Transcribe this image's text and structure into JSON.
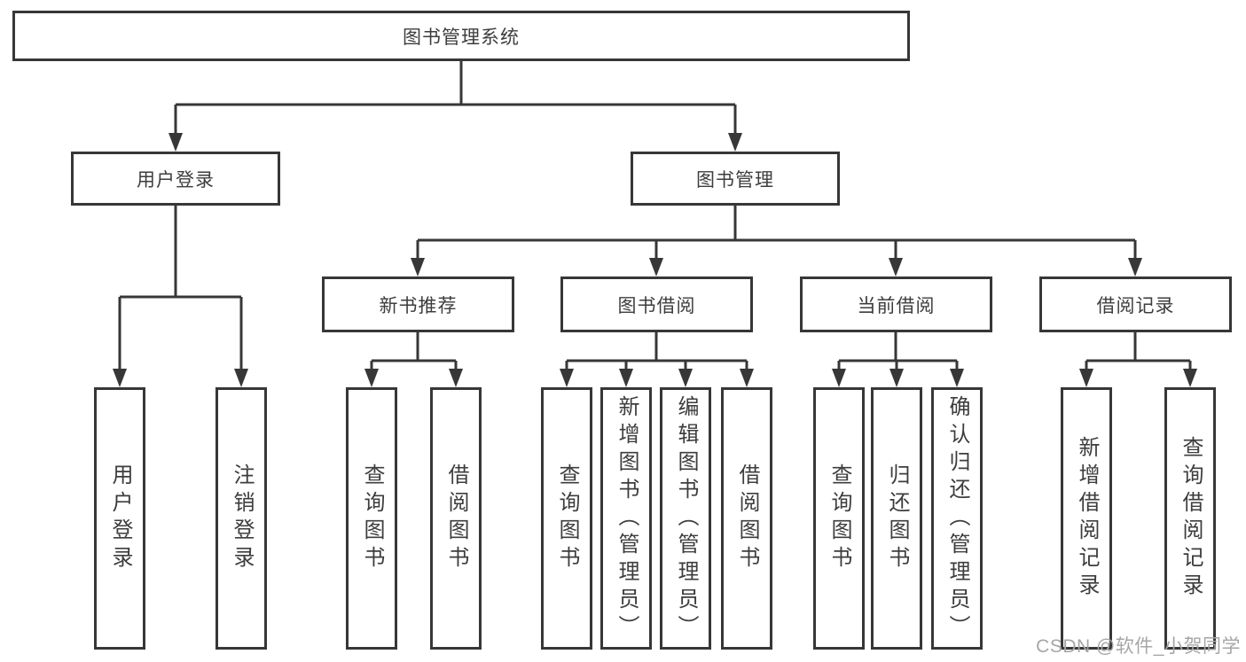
{
  "diagram": {
    "root": {
      "label": "图书管理系统"
    },
    "branches": [
      {
        "label": "用户登录",
        "children": [
          {
            "label": "用户登录"
          },
          {
            "label": "注销登录"
          }
        ]
      },
      {
        "label": "图书管理",
        "sections": [
          {
            "label": "新书推荐",
            "children": [
              {
                "label": "查询图书"
              },
              {
                "label": "借阅图书"
              }
            ]
          },
          {
            "label": "图书借阅",
            "children": [
              {
                "label": "查询图书"
              },
              {
                "label": "新增图书（管理员）"
              },
              {
                "label": "编辑图书（管理员）"
              },
              {
                "label": "借阅图书"
              }
            ]
          },
          {
            "label": "当前借阅",
            "children": [
              {
                "label": "查询图书"
              },
              {
                "label": "归还图书"
              },
              {
                "label": "确认归还（管理员）"
              }
            ]
          },
          {
            "label": "借阅记录",
            "children": [
              {
                "label": "新增借阅记录"
              },
              {
                "label": "查询借阅记录"
              }
            ]
          }
        ]
      }
    ]
  },
  "watermark": {
    "text": "CSDN @软件_小贺同学"
  },
  "colors": {
    "line": "#373737",
    "text": "#3d3d3d",
    "background": "#ffffff",
    "watermark": "#a6a6a6"
  }
}
